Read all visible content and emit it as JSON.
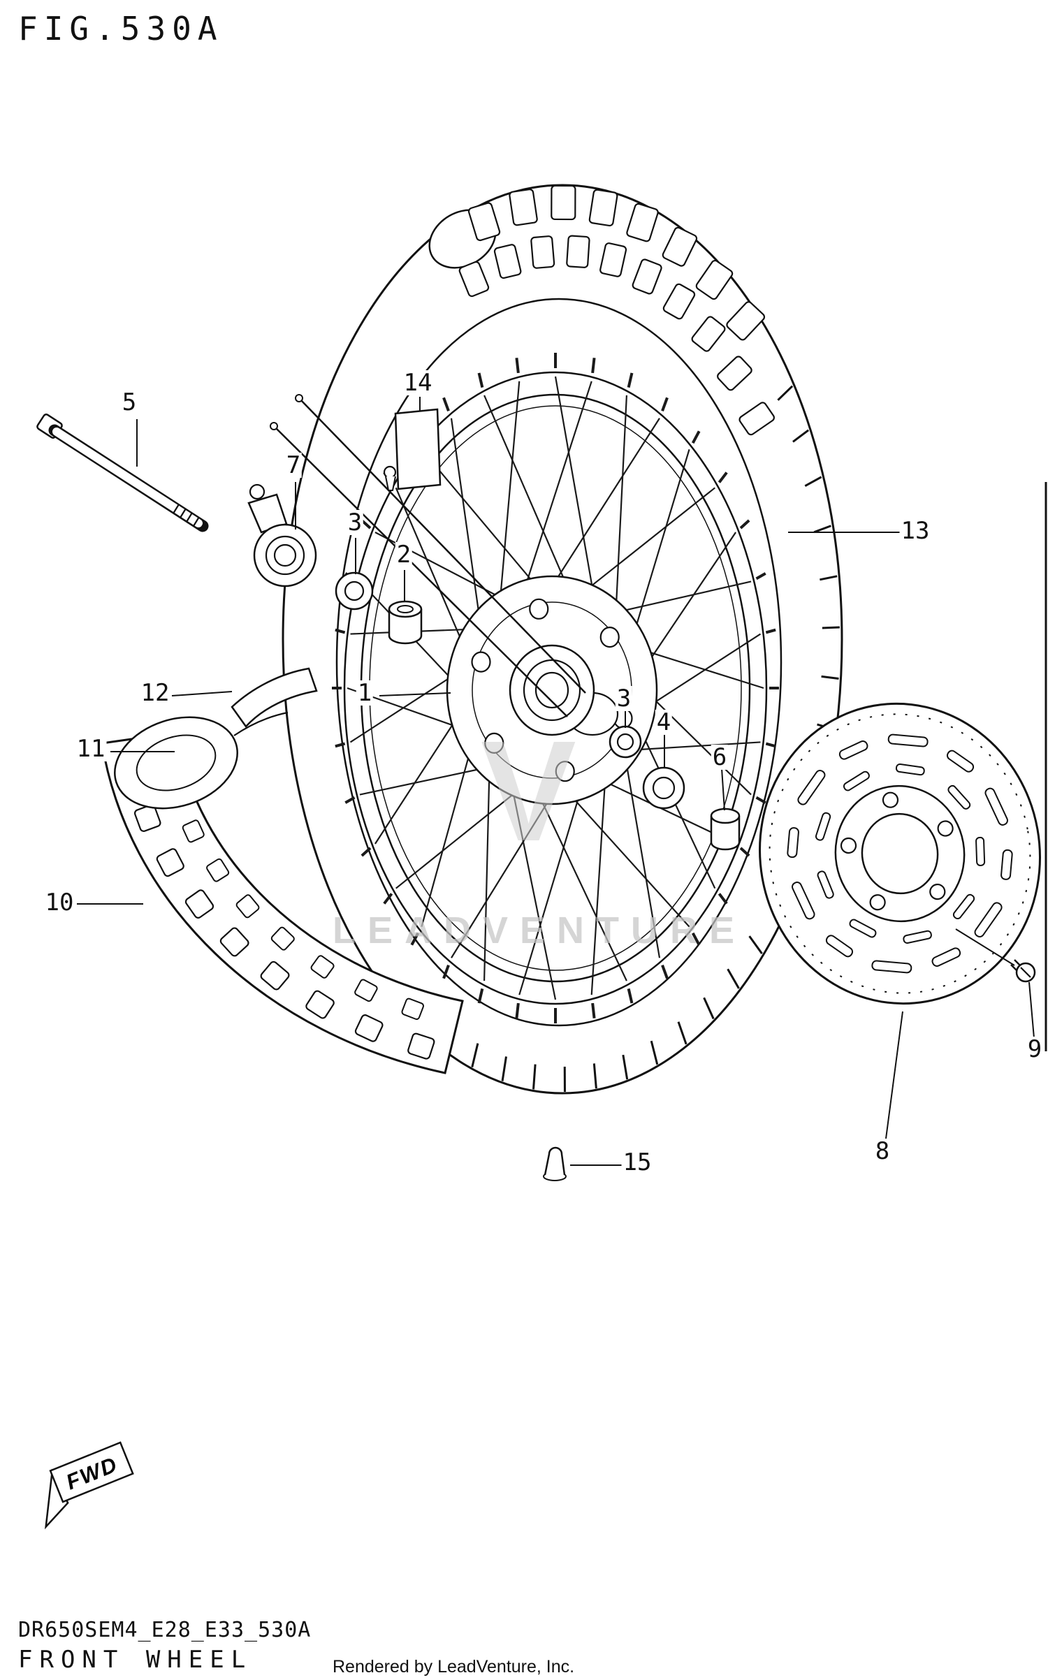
{
  "title": "FIG.530A",
  "watermark": {
    "logo": "V",
    "text": "LEADVENTURE"
  },
  "fwd_label": "FWD",
  "footer": {
    "code": "DR650SEM4_E28_E33_530A",
    "diagram_name": "FRONT WHEEL",
    "credit": "Rendered by LeadVenture, Inc."
  },
  "callouts": {
    "c1": {
      "label": "1"
    },
    "c2": {
      "label": "2"
    },
    "c3a": {
      "label": "3"
    },
    "c3b": {
      "label": "3"
    },
    "c4": {
      "label": "4"
    },
    "c5": {
      "label": "5"
    },
    "c6": {
      "label": "6"
    },
    "c7": {
      "label": "7"
    },
    "c8": {
      "label": "8"
    },
    "c9": {
      "label": "9"
    },
    "c10": {
      "label": "10"
    },
    "c11": {
      "label": "11"
    },
    "c12": {
      "label": "12"
    },
    "c13": {
      "label": "13"
    },
    "c14": {
      "label": "14"
    },
    "c15": {
      "label": "15"
    }
  }
}
